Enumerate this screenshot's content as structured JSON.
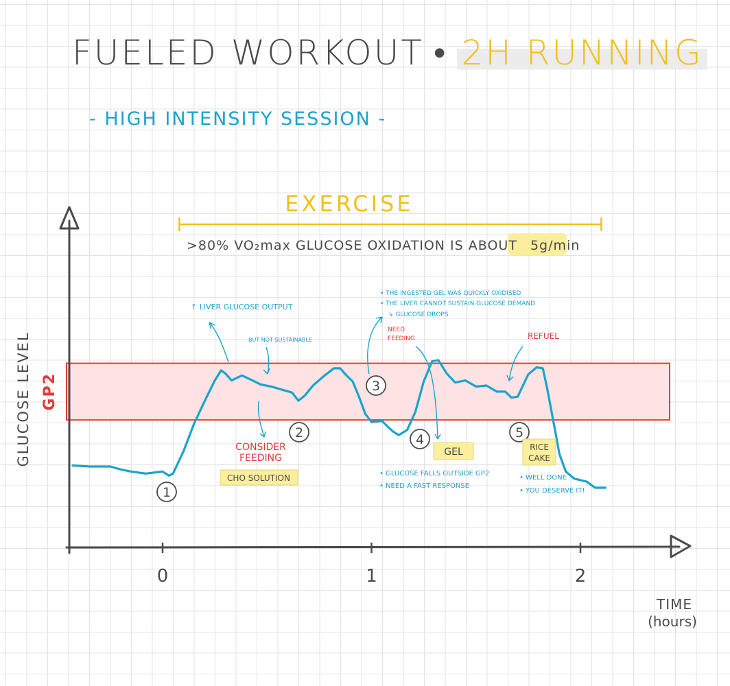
{
  "header": {
    "title_main": "FUELED WORKOUT",
    "title_sep": "•",
    "title_highlight": "2H RUNNING",
    "subtitle": "- HIGH INTENSITY SESSION -"
  },
  "colors": {
    "ink": "#4a4a4a",
    "blue": "#1aa3cc",
    "yellow": "#f2c01e",
    "red": "#e23b3b",
    "band_fill": "#fde3e3",
    "highlight": "#fbee9c"
  },
  "chart_data": {
    "type": "line",
    "x_unit": "hours",
    "xlabel": "TIME (hours)",
    "ylabel": "GLUCOSE LEVEL",
    "x_ticks": [
      0,
      1,
      2
    ],
    "xlim": [
      -0.45,
      2.45
    ],
    "ylim": [
      0,
      10
    ],
    "band": {
      "label": "GP2",
      "y_low": 6.3,
      "y_high": 9.1
    },
    "exercise": {
      "label": "EXERCISE",
      "x_start": 0.08,
      "x_end": 2.1,
      "note_prefix": ">80% VO₂max  GLUCOSE OXIDATION IS ABOUT",
      "note_highlight": "5g/min"
    },
    "series": [
      {
        "values": [
          [
            -0.43,
            4.05
          ],
          [
            -0.35,
            4.0
          ],
          [
            -0.25,
            4.0
          ],
          [
            -0.2,
            3.85
          ],
          [
            -0.15,
            3.75
          ],
          [
            -0.08,
            3.65
          ],
          [
            0.0,
            3.75
          ],
          [
            0.03,
            3.55
          ],
          [
            0.05,
            3.65
          ],
          [
            0.1,
            4.75
          ],
          [
            0.15,
            6.1
          ],
          [
            0.2,
            7.2
          ],
          [
            0.25,
            8.25
          ],
          [
            0.28,
            8.75
          ],
          [
            0.3,
            8.6
          ],
          [
            0.33,
            8.25
          ],
          [
            0.38,
            8.5
          ],
          [
            0.42,
            8.3
          ],
          [
            0.47,
            8.05
          ],
          [
            0.52,
            7.95
          ],
          [
            0.57,
            7.8
          ],
          [
            0.62,
            7.65
          ],
          [
            0.65,
            7.25
          ],
          [
            0.68,
            7.5
          ],
          [
            0.72,
            8.0
          ],
          [
            0.77,
            8.45
          ],
          [
            0.82,
            8.85
          ],
          [
            0.85,
            8.85
          ],
          [
            0.88,
            8.5
          ],
          [
            0.91,
            8.2
          ],
          [
            0.94,
            7.45
          ],
          [
            0.97,
            6.6
          ],
          [
            1.0,
            6.2
          ],
          [
            1.05,
            6.25
          ],
          [
            1.1,
            5.75
          ],
          [
            1.13,
            5.55
          ],
          [
            1.17,
            5.8
          ],
          [
            1.21,
            6.7
          ],
          [
            1.25,
            8.2
          ],
          [
            1.29,
            9.2
          ],
          [
            1.32,
            9.25
          ],
          [
            1.36,
            8.6
          ],
          [
            1.4,
            8.15
          ],
          [
            1.45,
            8.25
          ],
          [
            1.5,
            7.95
          ],
          [
            1.55,
            8.0
          ],
          [
            1.6,
            7.7
          ],
          [
            1.64,
            7.7
          ],
          [
            1.67,
            7.4
          ],
          [
            1.7,
            7.45
          ],
          [
            1.75,
            8.55
          ],
          [
            1.79,
            8.9
          ],
          [
            1.82,
            8.85
          ],
          [
            1.84,
            7.9
          ],
          [
            1.86,
            6.8
          ],
          [
            1.88,
            5.7
          ],
          [
            1.9,
            4.6
          ],
          [
            1.93,
            3.75
          ],
          [
            1.97,
            3.4
          ],
          [
            2.03,
            3.25
          ],
          [
            2.07,
            2.95
          ],
          [
            2.12,
            2.95
          ]
        ]
      }
    ],
    "annotations": [
      {
        "marker": "1"
      },
      {
        "marker": "2",
        "lines_red": [
          "CONSIDER",
          "FEEDING"
        ],
        "box": "CHO SOLUTION",
        "notes": [
          "↑ LIVER GLUCOSE OUTPUT",
          "BUT NOT SUSTAINABLE"
        ]
      },
      {
        "marker": "3",
        "notes": [
          "• THE INGESTED GEL WAS QUICKLY OXIDISED",
          "• THE LIVER CANNOT SUSTAIN GLUCOSE DEMAND",
          "↳ GLUCOSE DROPS"
        ]
      },
      {
        "marker": "4",
        "lines_red": [
          "NEED",
          "FEEDING"
        ],
        "box": "GEL",
        "notes": [
          "• GLUCOSE FALLS OUTSIDE GP2",
          "• NEED A FAST RESPONSE"
        ]
      },
      {
        "marker": "5",
        "lines_red": [
          "REFUEL"
        ],
        "box_lines": [
          "RICE",
          "CAKE"
        ],
        "notes": [
          "• WELL DONE",
          "• YOU DESERVE IT!"
        ]
      }
    ]
  }
}
